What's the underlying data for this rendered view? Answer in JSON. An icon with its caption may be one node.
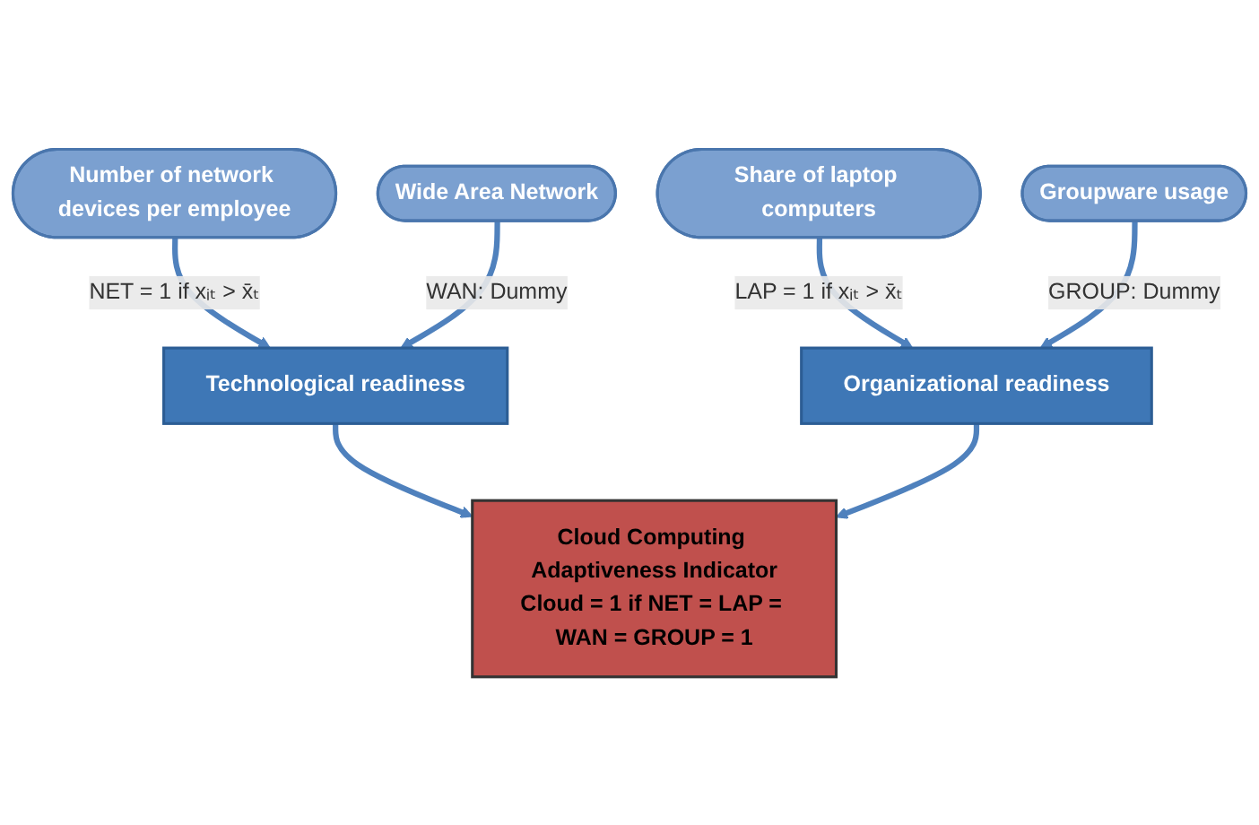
{
  "diagram": {
    "nodes": [
      {
        "text": [
          "Number of network devices per employee"
        ]
      },
      {
        "text": [
          "Share of laptop computers"
        ]
      },
      {
        "text": [
          "Technological readiness"
        ]
      },
      {
        "text": [
          "Cloud Computing Adaptiveness Indicator",
          "Cloud = 1 if NET = LAP = WAN = GROUP = 1"
        ]
      },
      {
        "text": [
          "Organizational readiness"
        ]
      },
      {
        "text": [
          "Wide Area Network"
        ]
      },
      {
        "text": [
          "Groupware usage"
        ]
      }
    ],
    "edges": [
      {
        "from": 0,
        "to": 2,
        "arrow": "to",
        "label": "NET = 1 if xᵢₜ > x̄ₜ"
      },
      {
        "from": 1,
        "to": 4,
        "arrow": "to",
        "label": "LAP = 1 if xᵢₜ > x̄ₜ"
      },
      {
        "from": 2,
        "to": 3,
        "arrow": "to"
      },
      {
        "from": 4,
        "to": 3,
        "arrow": "to"
      },
      {
        "from": 5,
        "to": 2,
        "arrow": "to",
        "label": "WAN: Dummy"
      },
      {
        "from": 6,
        "to": 4,
        "arrow": "to",
        "label": "GROUP: Dummy"
      }
    ]
  }
}
